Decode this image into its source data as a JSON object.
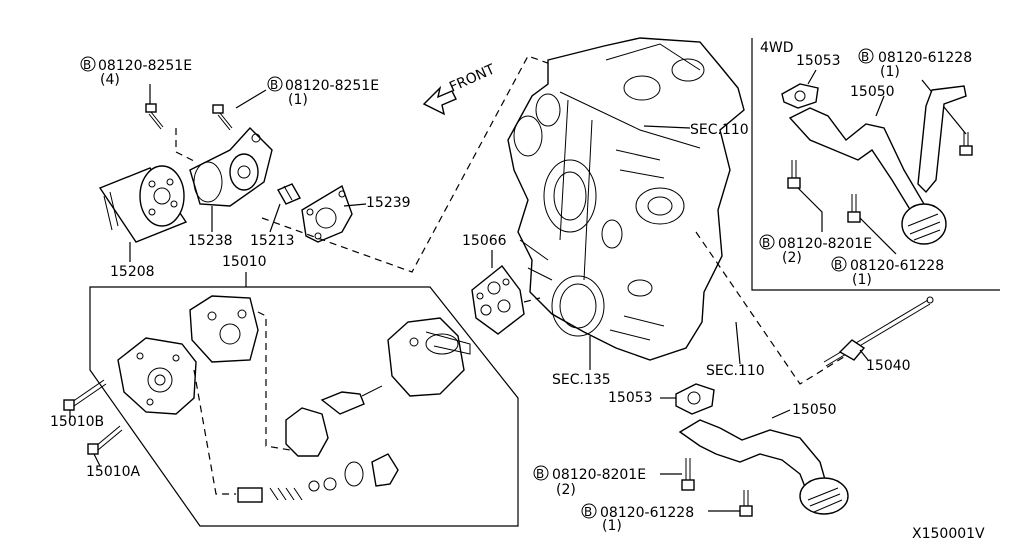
{
  "labels": {
    "bolt_top_left": "08120-8251E",
    "bolt_top_left_qty": "(4)",
    "bolt_top_mid": "08120-8251E",
    "bolt_top_mid_qty": "(1)",
    "front": "FRONT",
    "p15208": "15208",
    "p15238": "15238",
    "p15213": "15213",
    "p15239": "15239",
    "p15010": "15010",
    "p15010B": "15010B",
    "p15010A": "15010A",
    "p15066": "15066",
    "sec110_top": "SEC.110",
    "sec135": "SEC.135",
    "sec110_bottom": "SEC.110",
    "p15053": "15053",
    "p15050": "15050",
    "bolt_8201E": "08120-8201E",
    "bolt_8201E_qty": "(2)",
    "bolt_61228": "08120-61228",
    "bolt_61228_qty": "(1)",
    "p15040": "15040",
    "wd4_title": "4WD",
    "wd4_15053": "15053",
    "wd4_bolt_61228_top": "08120-61228",
    "wd4_bolt_61228_top_qty": "(1)",
    "wd4_15050": "15050",
    "wd4_bolt_8201E": "08120-8201E",
    "wd4_bolt_8201E_qty": "(2)",
    "wd4_bolt_61228_bot": "08120-61228",
    "wd4_bolt_61228_bot_qty": "(1)",
    "diagram_code": "X150001V",
    "bolt_marker": "B"
  }
}
